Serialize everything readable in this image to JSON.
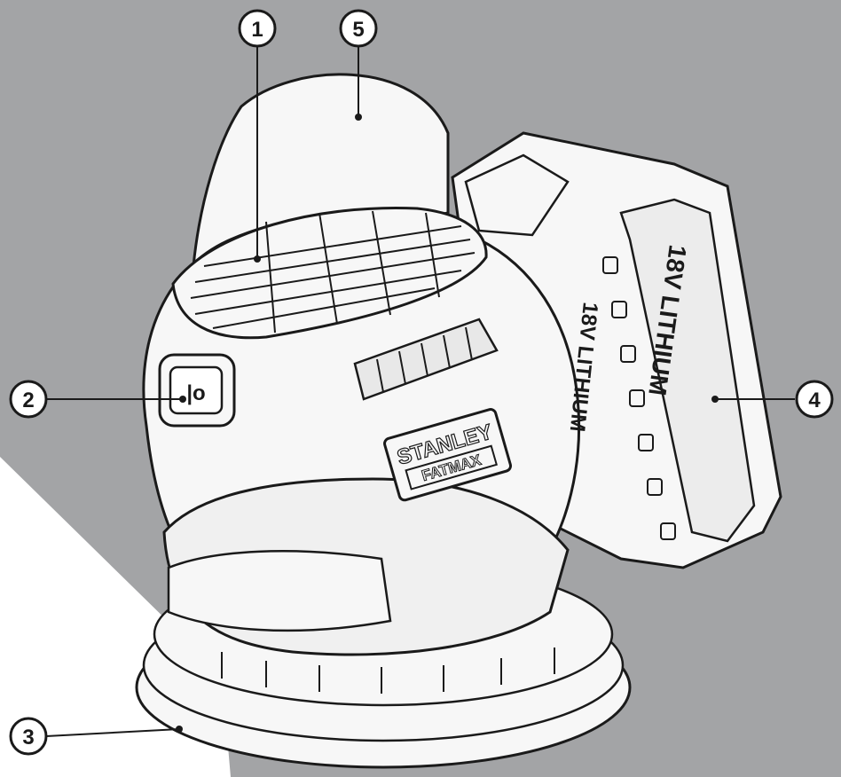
{
  "colors": {
    "background": "#a3a4a6",
    "tool_fill": "#f7f7f7",
    "outline": "#1a1a1a",
    "shade": "#d9d9d9"
  },
  "callouts": [
    {
      "number": "1",
      "target": "top grip"
    },
    {
      "number": "2",
      "target": "on/off switch"
    },
    {
      "number": "3",
      "target": "sanding pad"
    },
    {
      "number": "4",
      "target": "battery"
    },
    {
      "number": "5",
      "target": "dust bag"
    }
  ],
  "labels": {
    "brand_top": "STANLEY",
    "brand_bottom": "FATMAX",
    "battery_text": "18V LITHIUM",
    "switch_symbol": "|o"
  }
}
